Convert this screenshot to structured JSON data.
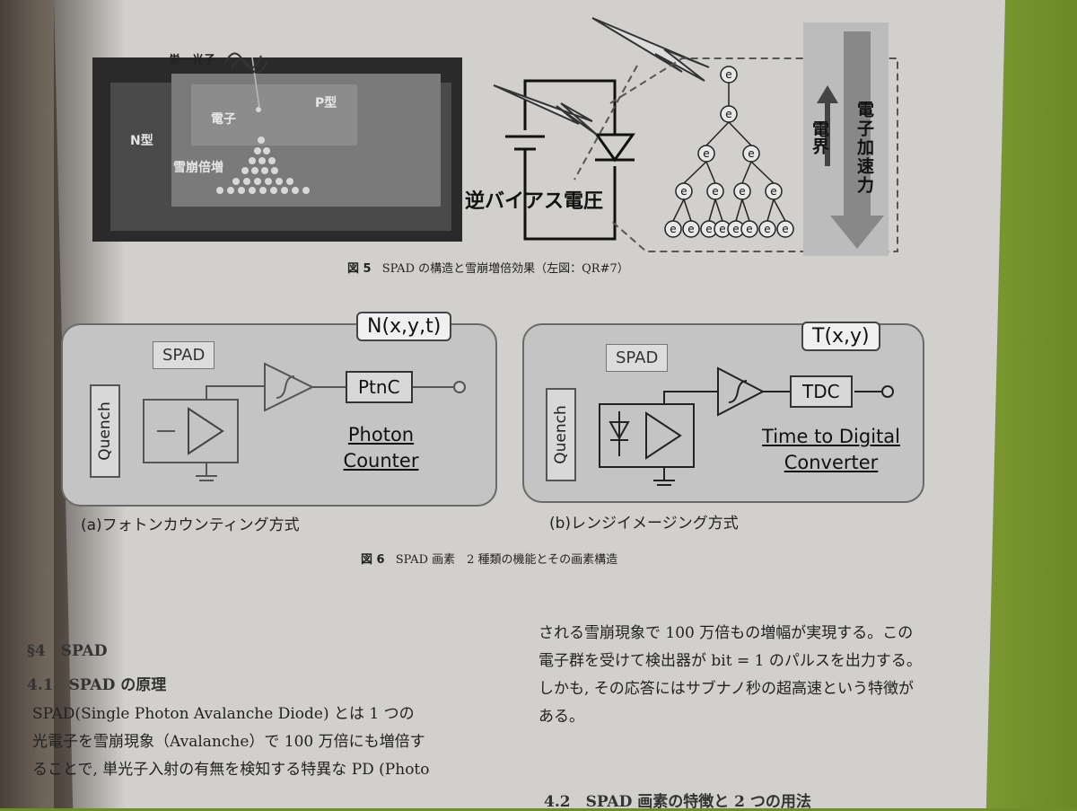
{
  "figure5": {
    "labels": {
      "single_photon": "単一光子",
      "p_type": "P型",
      "electron": "電子",
      "n_type": "N型",
      "avalanche": "雪崩倍増",
      "reverse_bias": "逆バイアス電圧",
      "electric_field": "電界",
      "electron_accel": "電子加速力"
    },
    "electron_symbol": "e",
    "caption_number": "図 5",
    "caption_text": "SPAD の構造と雪崩増倍効果（左図：QR#7）"
  },
  "figure6": {
    "panel_a": {
      "output_tag": "N(x,y,t)",
      "spad_label": "SPAD",
      "quench_label": "Quench",
      "block_label": "PtnC",
      "function_line1": "Photon",
      "function_line2": "Counter",
      "subcaption": "(a)フォトンカウンティング方式"
    },
    "panel_b": {
      "output_tag": "T(x,y)",
      "spad_label": "SPAD",
      "quench_label": "Quench",
      "block_label": "TDC",
      "function_line1": "Time to Digital",
      "function_line2": "Converter",
      "subcaption": "(b)レンジイメージング方式"
    },
    "caption_number": "図 6",
    "caption_text": "SPAD 画素　2 種類の機能とその画素構造"
  },
  "body": {
    "left_column": {
      "section_heading": "§4　SPAD",
      "subsection_heading": "4.1　SPAD の原理",
      "lines": [
        "SPAD(Single Photon Avalanche Diode) とは 1 つの",
        "光電子を雪崩現象（Avalanche）で 100 万倍にも増倍す",
        "ることで, 単光子入射の有無を検知する特異な PD (Photo"
      ]
    },
    "right_column": {
      "lines": [
        "される雪崩現象で 100 万倍もの増幅が実現する。この",
        "電子群を受けて検出器が bit = 1 のパルスを出力する。",
        "しかも, その応答にはサブナノ秒の超高速という特徴が",
        "ある。"
      ],
      "subsection_heading": "4.2　SPAD 画素の特徴と 2 つの用法"
    }
  }
}
